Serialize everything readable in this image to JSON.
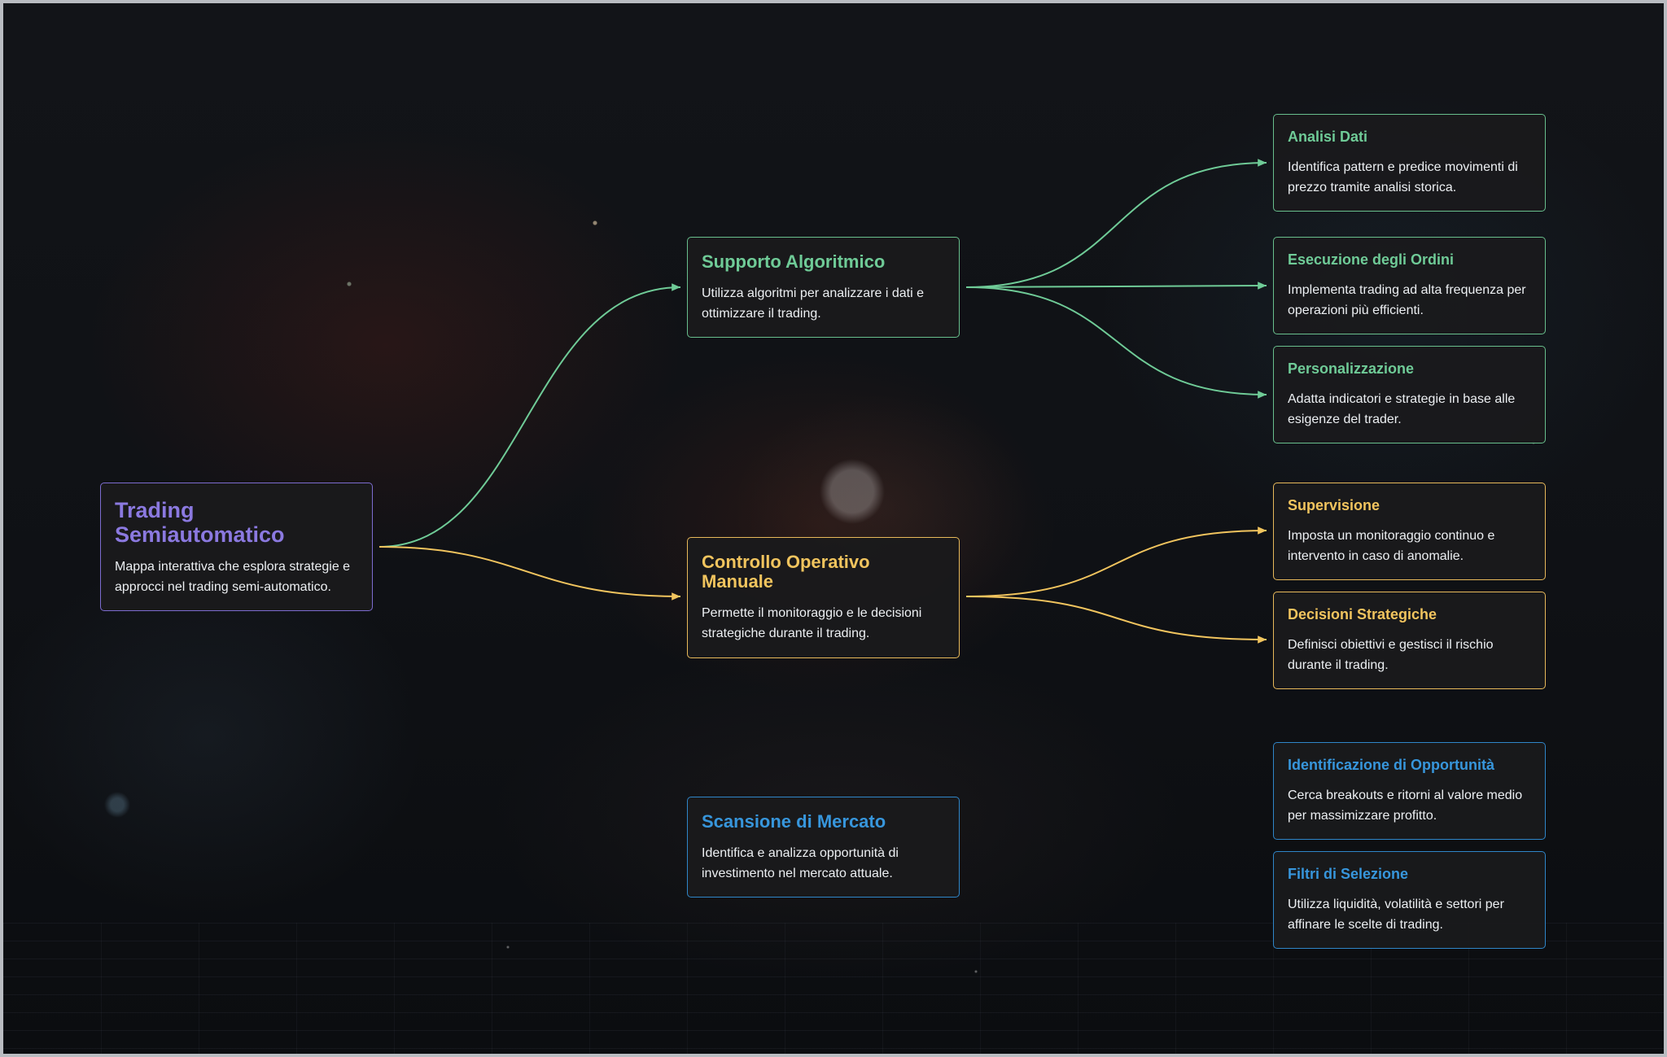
{
  "colors": {
    "root": "#8b79e0",
    "green": "#6fcb97",
    "yellow": "#f1c45e",
    "blue": "#3796dc"
  },
  "root": {
    "title": "Trading Semiautomatico",
    "description": "Mappa interattiva che esplora strategie e approcci nel trading semi-automatico."
  },
  "branches": [
    {
      "title": "Supporto Algoritmico",
      "description": "Utilizza algoritmi per analizzare i dati e ottimizzare il trading.",
      "color": "green",
      "children": [
        {
          "title": "Analisi Dati",
          "description": "Identifica pattern e predice movimenti di prezzo tramite analisi storica."
        },
        {
          "title": "Esecuzione degli Ordini",
          "description": "Implementa trading ad alta frequenza per operazioni più efficienti."
        },
        {
          "title": "Personalizzazione",
          "description": "Adatta indicatori e strategie in base alle esigenze del trader."
        }
      ]
    },
    {
      "title": "Controllo Operativo Manuale",
      "description": "Permette il monitoraggio e le decisioni strategiche durante il trading.",
      "color": "yellow",
      "children": [
        {
          "title": "Supervisione",
          "description": "Imposta un monitoraggio continuo e intervento in caso di anomalie."
        },
        {
          "title": "Decisioni Strategiche",
          "description": "Definisci obiettivi e gestisci il rischio durante il trading."
        }
      ]
    },
    {
      "title": "Scansione di Mercato",
      "description": "Identifica e analizza opportunità di investimento nel mercato attuale.",
      "color": "blue",
      "children": [
        {
          "title": "Identificazione di Opportunità",
          "description": "Cerca breakouts e ritorni al valore medio per massimizzare profitto."
        },
        {
          "title": "Filtri di Selezione",
          "description": "Utilizza liquidità, volatilità e settori per affinare le scelte di trading."
        }
      ]
    }
  ]
}
